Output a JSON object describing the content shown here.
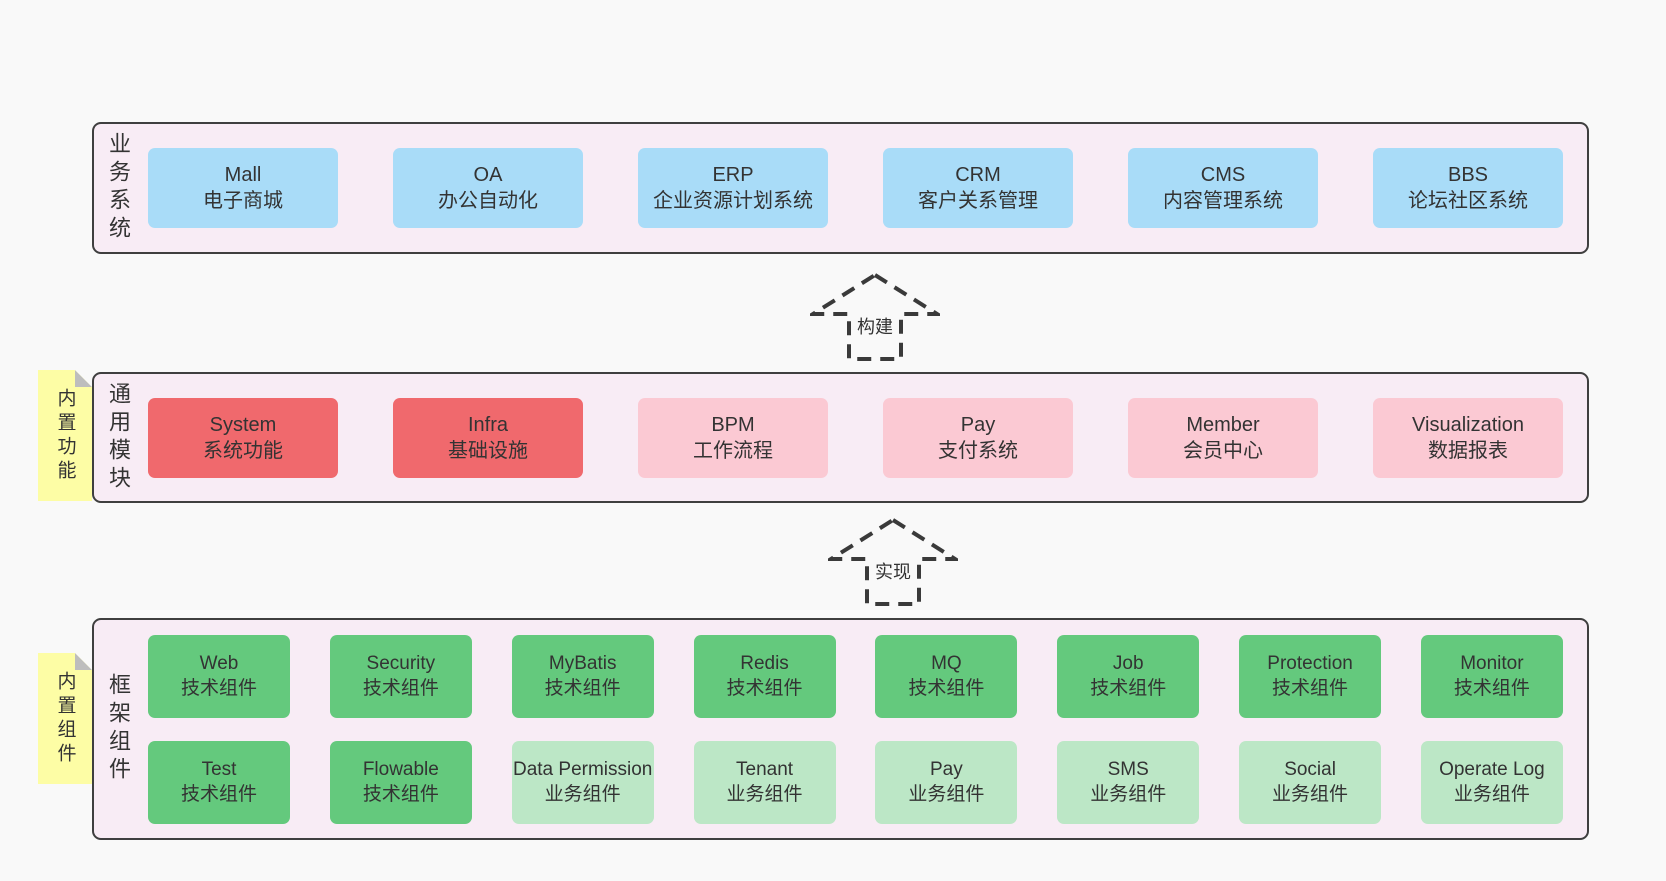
{
  "colors": {
    "page_bg": "#f9f9f9",
    "panel_bg": "#f8ecf5",
    "panel_border": "#3f3f3f",
    "business_box": "#a9dcf8",
    "core_module_box": "#f0696d",
    "extension_module_box": "#fbc9d3",
    "tech_component_box": "#64c97d",
    "biz_component_box": "#bce7c6",
    "sticky_note": "#fdfda5",
    "sticky_fold": "#bdbdbd",
    "arrow_dash": "#3a3a3a",
    "text": "#333333"
  },
  "business": {
    "label": "业务系统",
    "boxes": [
      {
        "title": "Mall",
        "subtitle": "电子商城",
        "variant": "blue"
      },
      {
        "title": "OA",
        "subtitle": "办公自动化",
        "variant": "blue"
      },
      {
        "title": "ERP",
        "subtitle": "企业资源计划系统",
        "variant": "blue"
      },
      {
        "title": "CRM",
        "subtitle": "客户关系管理",
        "variant": "blue"
      },
      {
        "title": "CMS",
        "subtitle": "内容管理系统",
        "variant": "blue"
      },
      {
        "title": "BBS",
        "subtitle": "论坛社区系统",
        "variant": "blue"
      }
    ]
  },
  "arrows": {
    "build": "构建",
    "implement": "实现"
  },
  "modules": {
    "label": "通用模块",
    "sticky_note": "内置功能",
    "boxes": [
      {
        "title": "System",
        "subtitle": "系统功能",
        "variant": "red"
      },
      {
        "title": "Infra",
        "subtitle": "基础设施",
        "variant": "red"
      },
      {
        "title": "BPM",
        "subtitle": "工作流程",
        "variant": "pink"
      },
      {
        "title": "Pay",
        "subtitle": "支付系统",
        "variant": "pink"
      },
      {
        "title": "Member",
        "subtitle": "会员中心",
        "variant": "pink"
      },
      {
        "title": "Visualization",
        "subtitle": "数据报表",
        "variant": "pink"
      }
    ]
  },
  "framework": {
    "label": "框架组件",
    "sticky_note": "内置组件",
    "row1": [
      {
        "title": "Web",
        "subtitle": "技术组件",
        "variant": "green"
      },
      {
        "title": "Security",
        "subtitle": "技术组件",
        "variant": "green"
      },
      {
        "title": "MyBatis",
        "subtitle": "技术组件",
        "variant": "green"
      },
      {
        "title": "Redis",
        "subtitle": "技术组件",
        "variant": "green"
      },
      {
        "title": "MQ",
        "subtitle": "技术组件",
        "variant": "green"
      },
      {
        "title": "Job",
        "subtitle": "技术组件",
        "variant": "green"
      },
      {
        "title": "Protection",
        "subtitle": "技术组件",
        "variant": "green"
      },
      {
        "title": "Monitor",
        "subtitle": "技术组件",
        "variant": "green"
      }
    ],
    "row2": [
      {
        "title": "Test",
        "subtitle": "技术组件",
        "variant": "green"
      },
      {
        "title": "Flowable",
        "subtitle": "技术组件",
        "variant": "green"
      },
      {
        "title": "Data Permission",
        "subtitle": "业务组件",
        "variant": "lightgreen"
      },
      {
        "title": "Tenant",
        "subtitle": "业务组件",
        "variant": "lightgreen"
      },
      {
        "title": "Pay",
        "subtitle": "业务组件",
        "variant": "lightgreen"
      },
      {
        "title": "SMS",
        "subtitle": "业务组件",
        "variant": "lightgreen"
      },
      {
        "title": "Social",
        "subtitle": "业务组件",
        "variant": "lightgreen"
      },
      {
        "title": "Operate Log",
        "subtitle": "业务组件",
        "variant": "lightgreen"
      }
    ]
  }
}
